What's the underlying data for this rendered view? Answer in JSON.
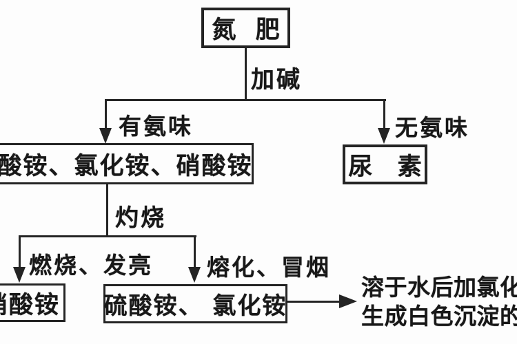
{
  "diagram": {
    "title_hint": "nitrogen-fertilizer identification flowchart",
    "nodes": {
      "root": {
        "label": "氮 肥"
      },
      "ammonium_salts": {
        "label": "硫酸铵、氯化铵、硝酸铵"
      },
      "urea": {
        "label": "尿 素"
      },
      "ammonium_nitrate": {
        "label": "硝酸铵"
      },
      "ammonium_sulfate_chloride": {
        "label": "硫酸铵、 氯化铵"
      }
    },
    "edges": {
      "add_alkali": "加碱",
      "has_ammonia_smell": "有氨味",
      "no_ammonia_smell": "无氨味",
      "ignite": "灼烧",
      "burns_bright": "燃烧、发亮",
      "melts_smokes": "熔化、冒烟"
    },
    "result_note": {
      "line1": "溶于水后加氯化",
      "line2": "生成白色沉淀的"
    },
    "colors": {
      "ink": "#242424",
      "background": "#fdfdfd"
    }
  }
}
